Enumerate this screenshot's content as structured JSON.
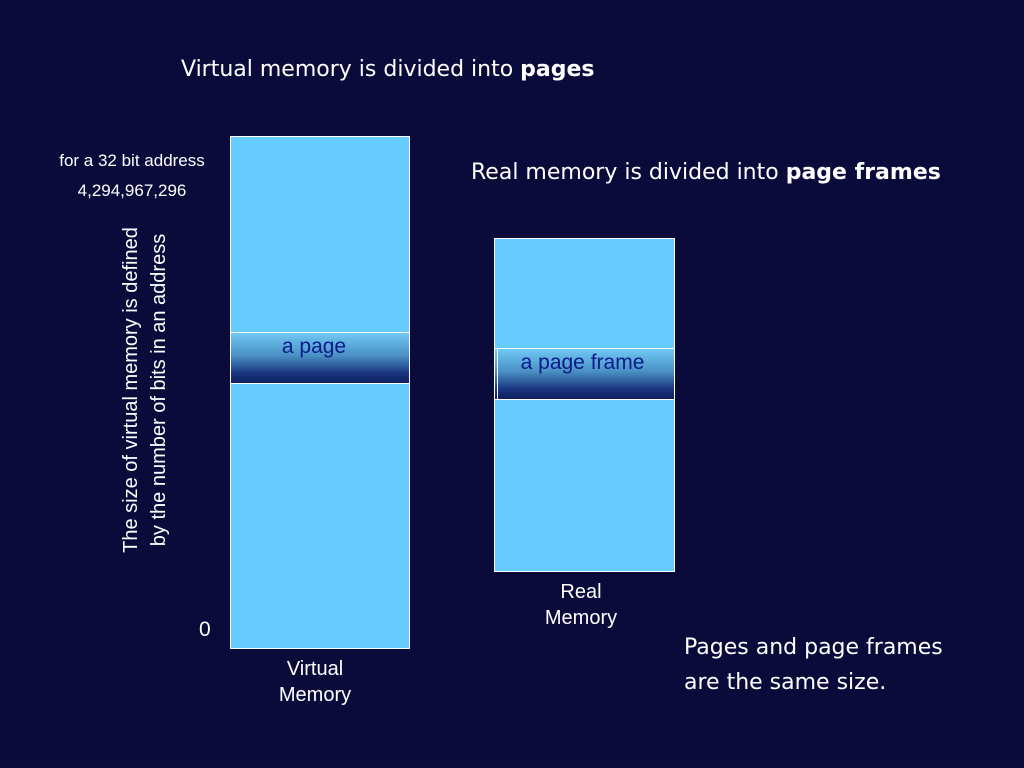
{
  "title_virtual": {
    "prefix": "Virtual memory is divided into ",
    "bold": "pages"
  },
  "title_real": {
    "prefix": "Real memory is divided into ",
    "bold": "page frames"
  },
  "address_note": {
    "line1": "for a 32 bit address",
    "line2": "4,294,967,296"
  },
  "side_note": "The size of virtual memory is defined by the number of bits in an address",
  "zero_label": "0",
  "page_label": "a page",
  "page_frame_label": "a page frame",
  "virtual_caption": {
    "line1": "Virtual",
    "line2": "Memory"
  },
  "real_caption": {
    "line1": "Real",
    "line2": "Memory"
  },
  "same_size_note": {
    "line1": "Pages and page frames",
    "line2": "are the same size."
  }
}
